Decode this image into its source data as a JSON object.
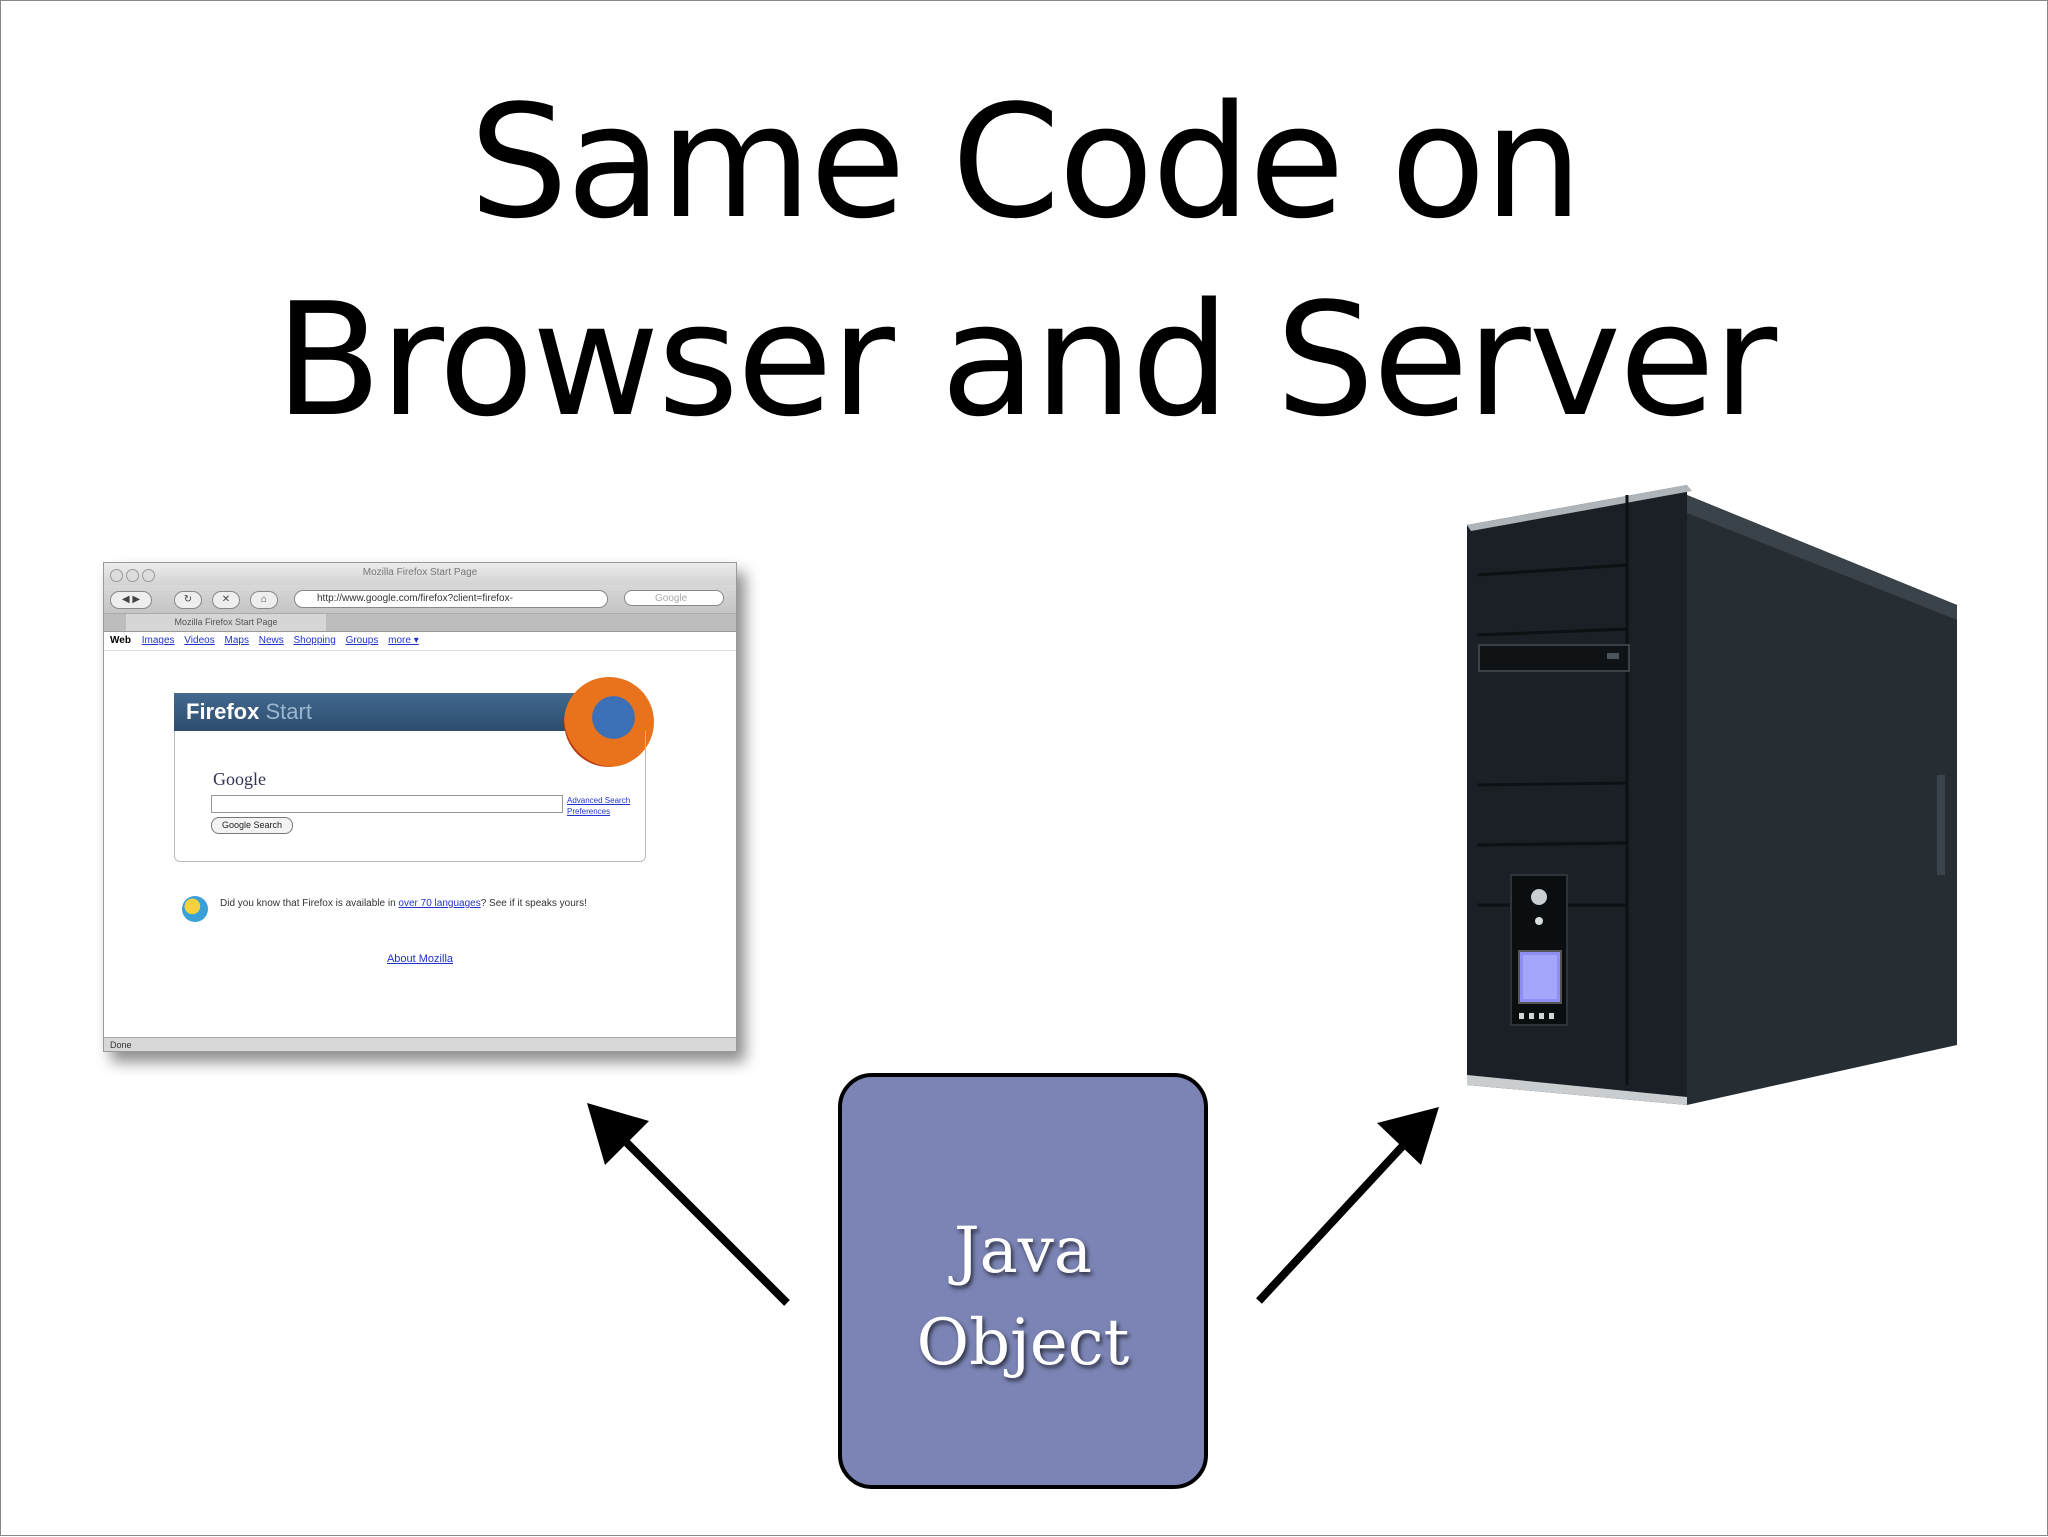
{
  "slide": {
    "title_line1": "Same Code on",
    "title_line2": "Browser and Server",
    "box_label_line1": "Java",
    "box_label_line2": "Object"
  },
  "browser_screenshot": {
    "window_title": "Mozilla Firefox Start Page",
    "url": "http://www.google.com/firefox?client=firefox-",
    "search_placeholder": "Google",
    "tab_label": "Mozilla Firefox Start Page",
    "nav_web": "Web",
    "nav_links": [
      "Images",
      "Videos",
      "Maps",
      "News",
      "Shopping",
      "Groups",
      "more ▾"
    ],
    "banner_firefox": "Firefox",
    "banner_start": "Start",
    "google_logo": "Google",
    "search_button": "Google Search",
    "advanced_search": "Advanced Search",
    "preferences": "Preferences",
    "did_you_know_before": "Did you know that Firefox is available in",
    "did_you_know_link": "over 70 languages",
    "did_you_know_after": "? See if it speaks yours!",
    "about_link": "About Mozilla",
    "status": "Done"
  },
  "colors": {
    "box_fill": "#7b84b4",
    "arrow": "#000000",
    "tower_body": "#1f262b"
  },
  "icons": [
    "firefox-logo-icon",
    "globe-icon",
    "server-tower-icon",
    "arrow-to-browser-icon",
    "arrow-to-server-icon"
  ]
}
